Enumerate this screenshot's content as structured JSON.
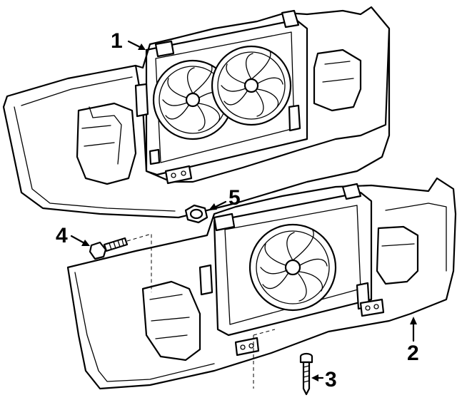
{
  "callouts": {
    "c1": "1",
    "c2": "2",
    "c3": "3",
    "c4": "4",
    "c5": "5"
  },
  "icons": {
    "upper": "dual-fan-shroud-assembly",
    "lower": "single-fan-shroud-assembly",
    "bolt": "bolt-icon",
    "screw": "screw-icon",
    "nut": "nut-icon"
  }
}
